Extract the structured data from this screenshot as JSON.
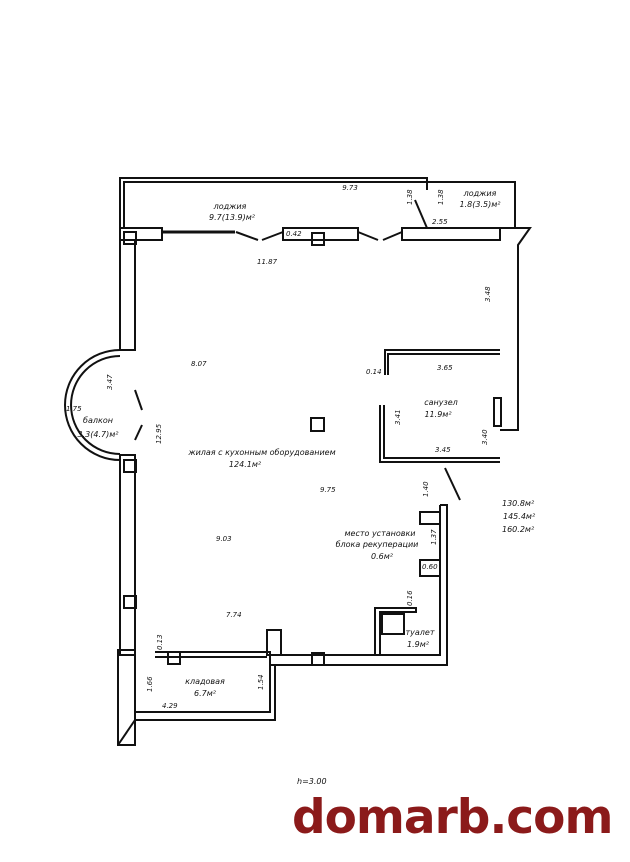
{
  "rooms": {
    "loggia_left": {
      "name": "лоджия",
      "area": "9.7(13.9)м²"
    },
    "loggia_right": {
      "name": "лоджия",
      "area": "1.8(3.5)м²"
    },
    "balcony": {
      "name": "балкон",
      "area": "3.3(4.7)м²"
    },
    "living": {
      "name": "жилая с кухонным оборудованием",
      "area": "124.1м²"
    },
    "bathroom": {
      "name": "санузел",
      "area": "11.9м²"
    },
    "recuperation": {
      "name1": "место установки",
      "name2": "блока рекуперации",
      "area": "0.6м²"
    },
    "toilet": {
      "name": "туалет",
      "area": "1.9м²"
    },
    "storage": {
      "name": "кладовая",
      "area": "6.7м²"
    }
  },
  "dimensions": [
    "9.73",
    "1.38",
    "1.38",
    "2.55",
    "0.42",
    "11.87",
    "3.48",
    "8.07",
    "0.14",
    "3.65",
    "3.47",
    "1.75",
    "12.95",
    "3.41",
    "3.40",
    "3.45",
    "9.75",
    "1.40",
    "1.37",
    "0.60",
    "9.03",
    "0.16",
    "7.74",
    "0.13",
    "1.66",
    "1.54",
    "4.29"
  ],
  "totals": [
    "130.8м²",
    "145.4м²",
    "160.2м²"
  ],
  "ceiling_height": "h=3.00",
  "watermark": "domarb.com"
}
